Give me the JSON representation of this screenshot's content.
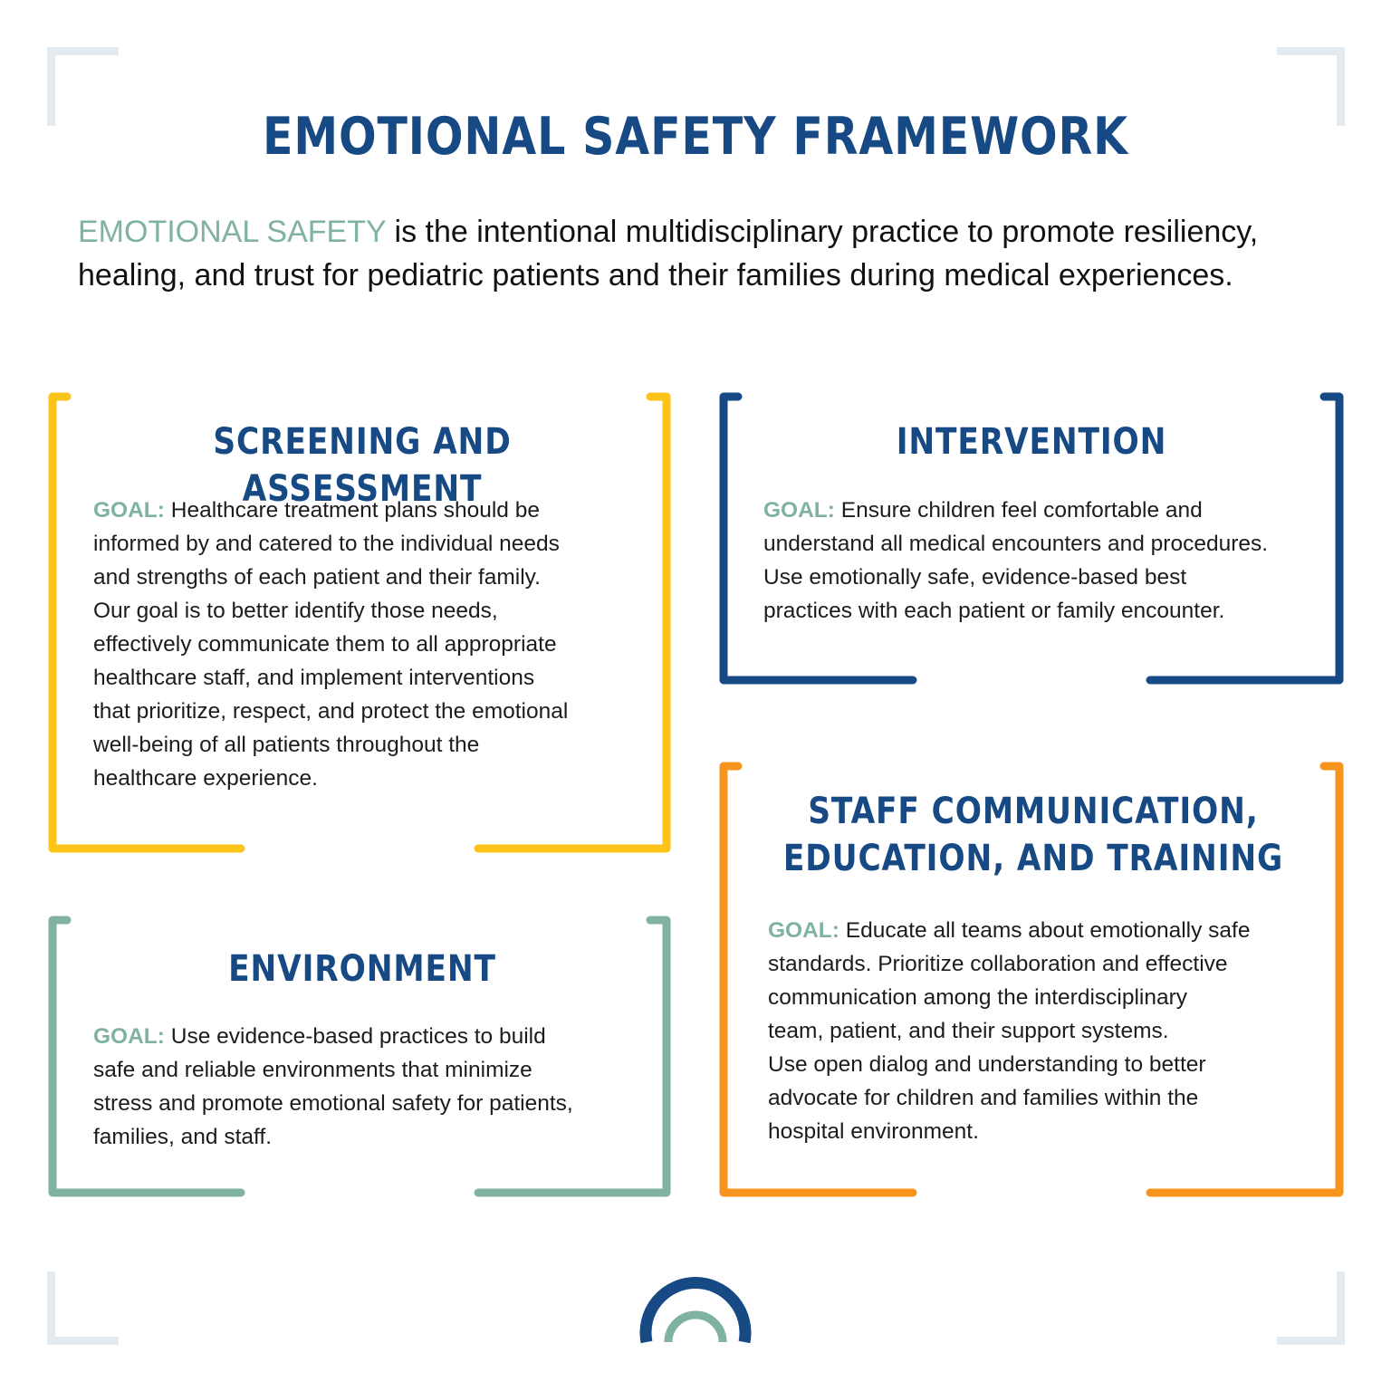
{
  "title": "EMOTIONAL SAFETY FRAMEWORK",
  "intro": {
    "highlight": "EMOTIONAL SAFETY",
    "line1_rest": " is the intentional multidisciplinary practice to promote resiliency,",
    "line2": "healing, and trust for pediatric patients and their families during medical experiences."
  },
  "goal_label": "GOAL:",
  "colors": {
    "title_blue": "#174a84",
    "green": "#7fb3a0",
    "yellow": "#fcc419",
    "navy": "#174a84",
    "orange": "#f7941d",
    "corner": "#e3eaf0"
  },
  "sections": {
    "screening": {
      "title": "SCREENING AND ASSESSMENT",
      "lines": [
        " Healthcare treatment plans should be",
        "informed by and catered to the individual needs",
        "and strengths of each patient and their family.",
        "Our goal is to better identify those needs,",
        "effectively communicate them to all appropriate",
        "healthcare staff, and implement interventions",
        "that prioritize, respect, and protect the emotional",
        "well-being of all patients throughout the",
        "healthcare experience."
      ]
    },
    "intervention": {
      "title": "INTERVENTION",
      "lines": [
        " Ensure children feel comfortable and",
        "understand all medical encounters and procedures.",
        "Use emotionally safe, evidence-based best",
        "practices with each patient or family encounter."
      ]
    },
    "environment": {
      "title": "ENVIRONMENT",
      "lines": [
        " Use evidence-based practices to build",
        "safe and reliable environments that minimize",
        "stress and promote emotional safety for patients,",
        "families, and staff."
      ]
    },
    "staff": {
      "title_line1": "STAFF COMMUNICATION,",
      "title_line2": "EDUCATION, AND TRAINING",
      "lines": [
        " Educate all teams about emotionally safe",
        "standards. Prioritize collaboration and effective",
        "communication among the interdisciplinary",
        "team, patient, and their support systems.",
        "Use open dialog and understanding to better",
        "advocate for children and families within the",
        "hospital environment."
      ]
    }
  }
}
